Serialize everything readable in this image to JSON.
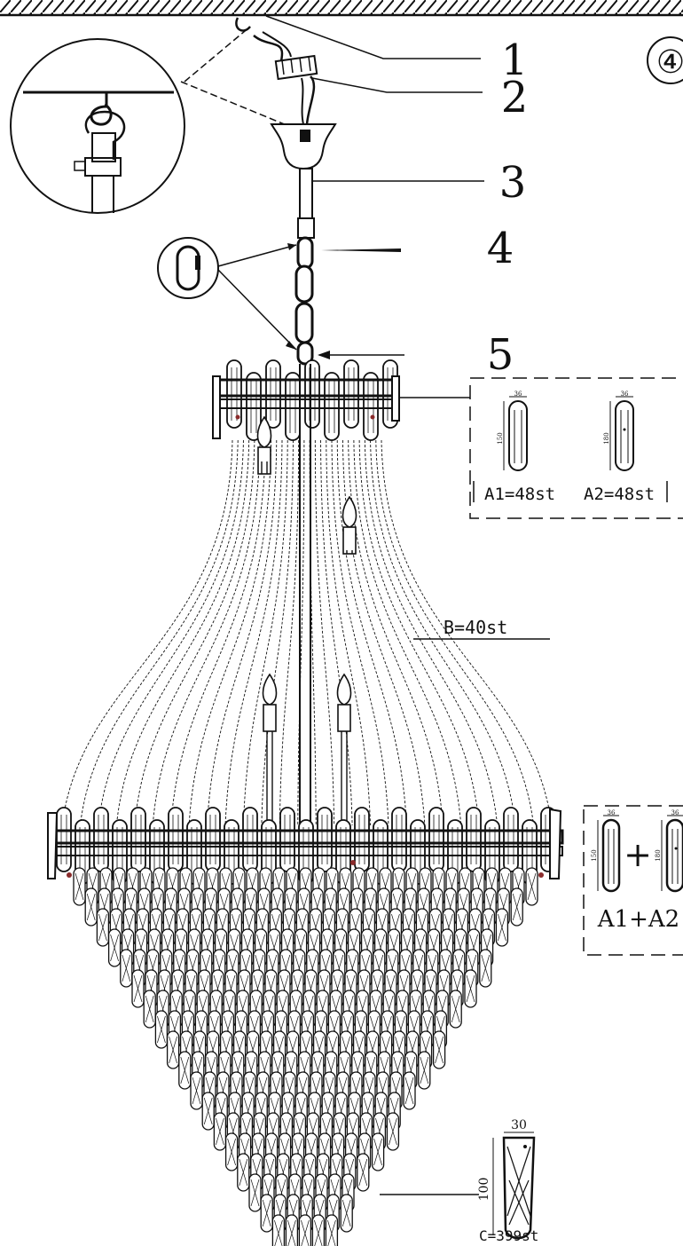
{
  "figure_label": "④",
  "callouts": [
    {
      "number": "1"
    },
    {
      "number": "2"
    },
    {
      "number": "3"
    },
    {
      "number": "4"
    },
    {
      "number": "5"
    }
  ],
  "parts": {
    "a1_label": "A1=48st",
    "a2_label": "A2=48st",
    "b_label": "B=40st",
    "a1_a2_label": "A1+A2",
    "plus_sign": "+",
    "c_label": "C=399st"
  },
  "dimensions": {
    "a1_width": "36",
    "a1_height": "150",
    "a2_width": "36",
    "a2_height": "180",
    "combo_a1_width": "36",
    "combo_a1_height": "150",
    "combo_a2_width": "36",
    "combo_a2_height": "180",
    "c_width": "30",
    "c_height": "100"
  },
  "colors": {
    "line": "#111111",
    "accent_dot": "#8a2b2b"
  }
}
